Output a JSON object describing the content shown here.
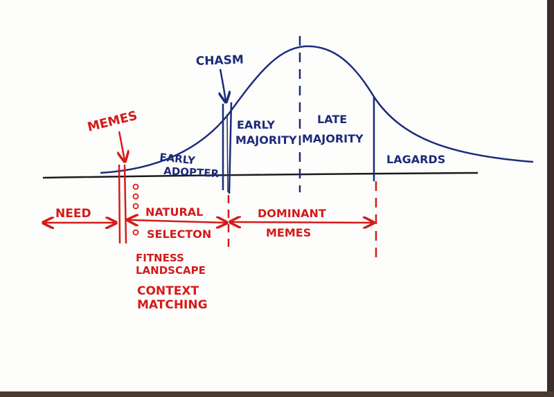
{
  "colors": {
    "paper": "#fdfdfb",
    "ink_blue": "#1c2a7a",
    "ink_red": "#d41a1a",
    "ink_black": "#1a1a1a"
  },
  "blue_labels": {
    "chasm": "CHASM",
    "early_adopter_1": "EARLY",
    "early_adopter_2": "ADOPTER",
    "early_majority_1": "EARLY",
    "early_majority_2": "MAJORITY",
    "late_majority_1": "LATE",
    "late_majority_2": "MAJORITY",
    "laggards": "LAGARDS"
  },
  "red_labels": {
    "memes": "MEMES",
    "need": "NEED",
    "natural_selection_1": "NATURAL",
    "natural_selection_2": "SELECTON",
    "dominant_memes_1": "DOMINANT",
    "dominant_memes_2": "MEMES",
    "fitness_landscape_1": "FITNESS",
    "fitness_landscape_2": "LANDSCAPE",
    "context_matching_1": "CONTEXT",
    "context_matching_2": "MATCHING"
  }
}
